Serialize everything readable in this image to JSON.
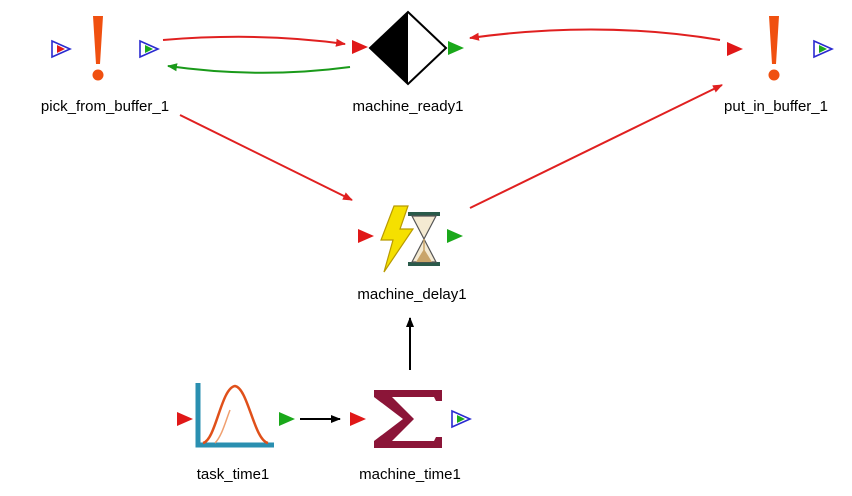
{
  "diagram": {
    "nodes": [
      {
        "id": "pick",
        "label": "pick_from_buffer_1",
        "icon": "exclamation-icon"
      },
      {
        "id": "ready",
        "label": "machine_ready1",
        "icon": "half-filled-diamond-icon"
      },
      {
        "id": "put",
        "label": "put_in_buffer_1",
        "icon": "exclamation-icon"
      },
      {
        "id": "delay",
        "label": "machine_delay1",
        "icon": "lightning-hourglass-icon"
      },
      {
        "id": "task",
        "label": "task_time1",
        "icon": "distribution-curve-icon"
      },
      {
        "id": "mtime",
        "label": "machine_time1",
        "icon": "sigma-icon"
      }
    ],
    "edges": [
      {
        "from": "pick",
        "to": "ready",
        "color": "#e02020"
      },
      {
        "from": "ready",
        "to": "pick",
        "color": "#1a9a1a"
      },
      {
        "from": "put",
        "to": "ready",
        "color": "#e02020"
      },
      {
        "from": "pick",
        "to": "delay",
        "color": "#e02020"
      },
      {
        "from": "delay",
        "to": "put",
        "color": "#e02020"
      },
      {
        "from": "task",
        "to": "mtime",
        "color": "#000000"
      },
      {
        "from": "mtime",
        "to": "delay",
        "color": "#000000"
      }
    ]
  },
  "colors": {
    "input_port": "#e01818",
    "output_port": "#1aa81a",
    "open_port_fill": "#ffffff",
    "open_port_stroke": "#2a2ad0",
    "exclamation": "#f05010",
    "sigma": "#8b1538",
    "lightning": "#f5e000",
    "curve": "#e0501a",
    "axis": "#2a8fb0"
  }
}
